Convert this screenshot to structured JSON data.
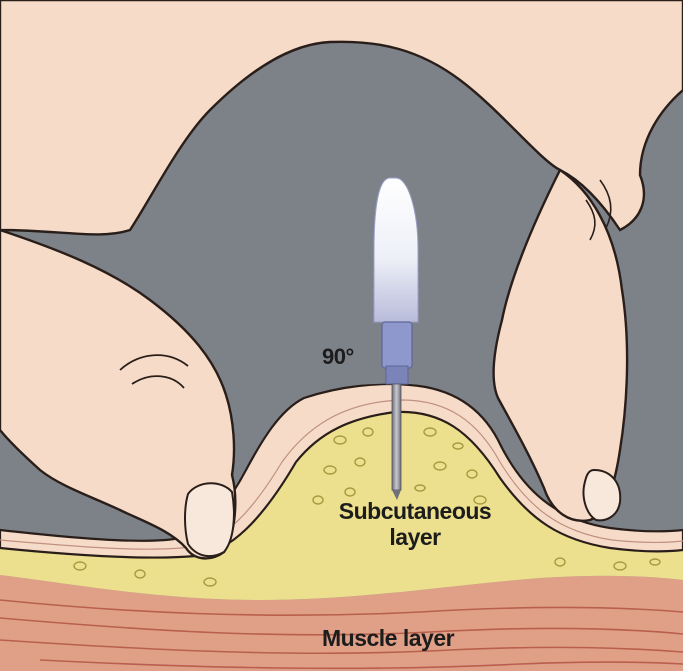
{
  "labels": {
    "angle": "90°",
    "subcutaneous_line1": "Subcutaneous",
    "subcutaneous_line2": "layer",
    "muscle": "Muscle layer"
  },
  "colors": {
    "background": "#7d8188",
    "skin": "#f6dcc8",
    "skin_outline": "#2a1e1a",
    "fat": "#ece08e",
    "muscle": "#e0a088",
    "needle_hub": "#8f98cc",
    "needle_shaft": "#8c8c96"
  },
  "icons": {
    "syringe": "syringe-icon",
    "hand": "hand-icon"
  }
}
